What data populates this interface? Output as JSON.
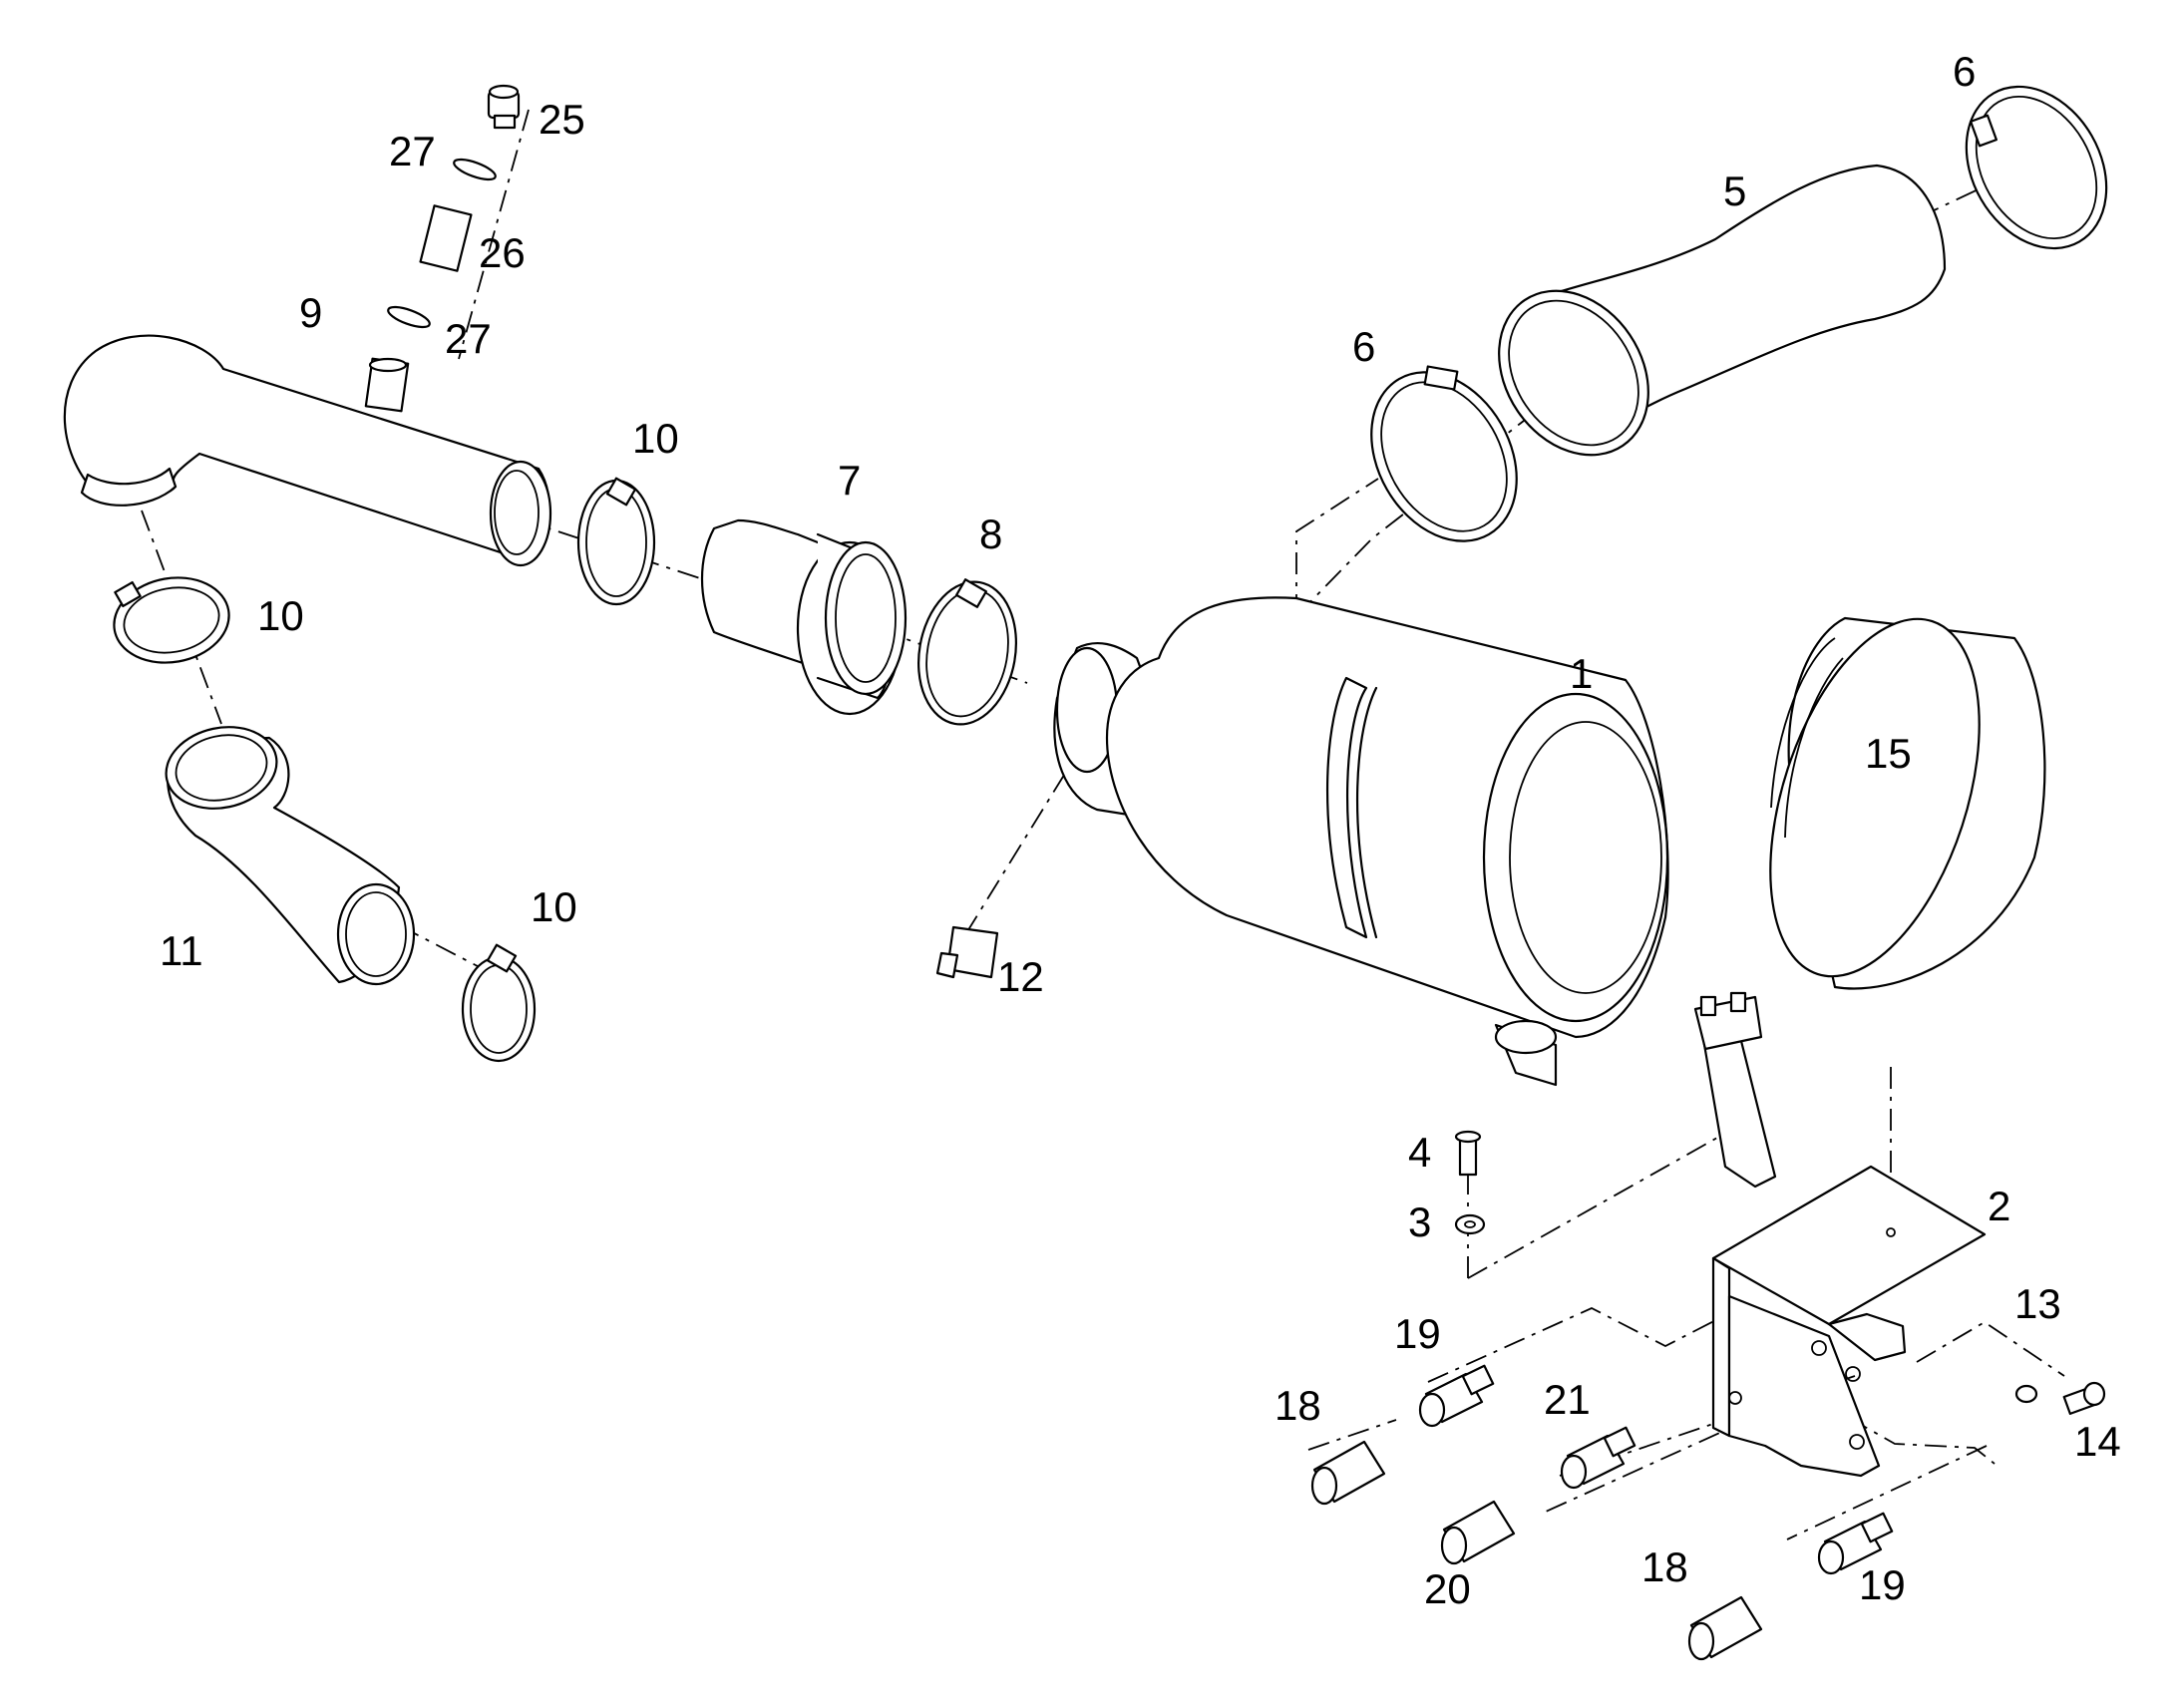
{
  "diagram": {
    "background": "#ffffff",
    "stroke_color": "#000000",
    "callouts": [
      {
        "id": "c1",
        "text": "1"
      },
      {
        "id": "c2",
        "text": "2"
      },
      {
        "id": "c3",
        "text": "3"
      },
      {
        "id": "c4",
        "text": "4"
      },
      {
        "id": "c5",
        "text": "5"
      },
      {
        "id": "c6a",
        "text": "6"
      },
      {
        "id": "c6b",
        "text": "6"
      },
      {
        "id": "c7",
        "text": "7"
      },
      {
        "id": "c8",
        "text": "8"
      },
      {
        "id": "c9",
        "text": "9"
      },
      {
        "id": "c10a",
        "text": "10"
      },
      {
        "id": "c10b",
        "text": "10"
      },
      {
        "id": "c10c",
        "text": "10"
      },
      {
        "id": "c11",
        "text": "11"
      },
      {
        "id": "c12",
        "text": "12"
      },
      {
        "id": "c13",
        "text": "13"
      },
      {
        "id": "c14",
        "text": "14"
      },
      {
        "id": "c15",
        "text": "15"
      },
      {
        "id": "c18a",
        "text": "18"
      },
      {
        "id": "c18b",
        "text": "18"
      },
      {
        "id": "c19a",
        "text": "19"
      },
      {
        "id": "c19b",
        "text": "19"
      },
      {
        "id": "c20",
        "text": "20"
      },
      {
        "id": "c21",
        "text": "21"
      },
      {
        "id": "c25",
        "text": "25"
      },
      {
        "id": "c26",
        "text": "26"
      },
      {
        "id": "c27a",
        "text": "27"
      },
      {
        "id": "c27b",
        "text": "27"
      }
    ]
  }
}
